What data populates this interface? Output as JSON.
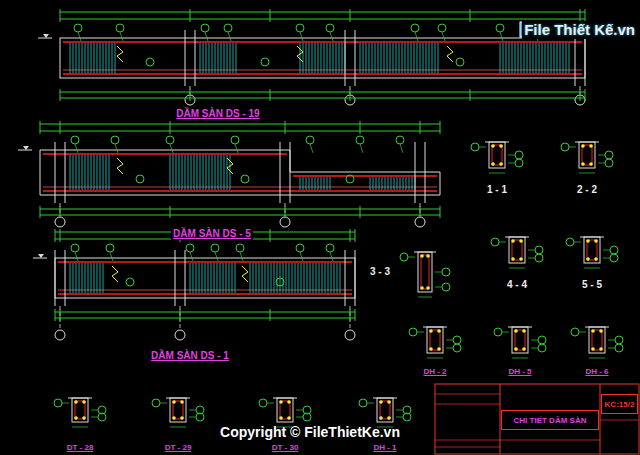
{
  "diagram": {
    "nodes": [
      {
        "text": [
          "CHI TIẾT DẦM SÀN"
        ]
      },
      {
        "text": [
          "KC:15/2"
        ]
      }
    ],
    "labels": [
      "File Thiết Kế.vn",
      "DẦM SÀN DS - 19",
      "DẦM SÀN DS - 5",
      "DẦM SÀN DS - 1",
      "1 - 1",
      "2 - 2",
      "3 - 3",
      "4 - 4",
      "5 - 5",
      "DH - 2",
      "DH - 5",
      "DH - 6",
      "DT - 28",
      "DT - 29",
      "DT - 30",
      "DH - 1",
      "Copyright © FileThietKe.vn"
    ]
  }
}
